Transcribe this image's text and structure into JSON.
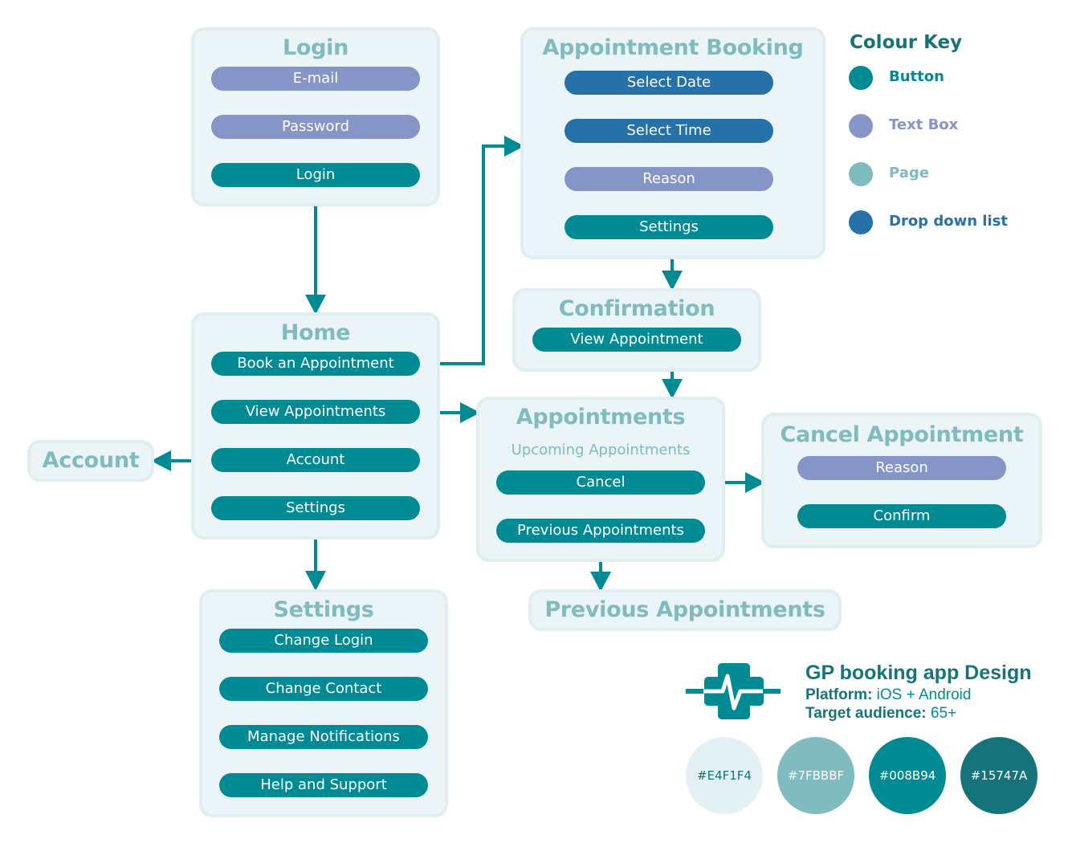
{
  "pages": {
    "login": {
      "title": "Login",
      "email": "E-mail",
      "password": "Password",
      "login_button": "Login"
    },
    "home": {
      "title": "Home",
      "book": "Book an Appointment",
      "view": "View Appointments",
      "account": "Account",
      "settings": "Settings"
    },
    "account": {
      "title": "Account"
    },
    "settings": {
      "title": "Settings",
      "change_login": "Change Login",
      "change_contact": "Change Contact",
      "manage_notifications": "Manage Notifications",
      "help": "Help and Support"
    },
    "booking": {
      "title": "Appointment Booking",
      "select_date": "Select Date",
      "select_time": "Select Time",
      "reason": "Reason",
      "settings": "Settings"
    },
    "confirmation": {
      "title": "Confirmation",
      "view_appointment": "View Appointment"
    },
    "appointments": {
      "title": "Appointments",
      "subtitle": "Upcoming Appointments",
      "cancel": "Cancel",
      "previous": "Previous Appointments"
    },
    "cancel_appointment": {
      "title": "Cancel Appointment",
      "reason": "Reason",
      "confirm": "Confirm"
    },
    "previous_appointments": {
      "title": "Previous Appointments"
    }
  },
  "colour_key": {
    "title": "Colour Key",
    "items": [
      {
        "label": "Button",
        "color": "#008b94"
      },
      {
        "label": "Text Box",
        "color": "#8695c8"
      },
      {
        "label": "Page",
        "color": "#7fbbbf"
      },
      {
        "label": "Drop down list",
        "color": "#2571a8"
      }
    ]
  },
  "brand": {
    "icon": "medical-cross-heartbeat-icon",
    "title": "GP booking app Design",
    "platform_label": "Platform:",
    "platform_value": " iOS + Android",
    "audience_label": "Target audience:",
    "audience_value": " 65+"
  },
  "palette": [
    {
      "hex": "#E4F1F4"
    },
    {
      "hex": "#7FBBBF"
    },
    {
      "hex": "#008B94"
    },
    {
      "hex": "#15747A"
    }
  ]
}
